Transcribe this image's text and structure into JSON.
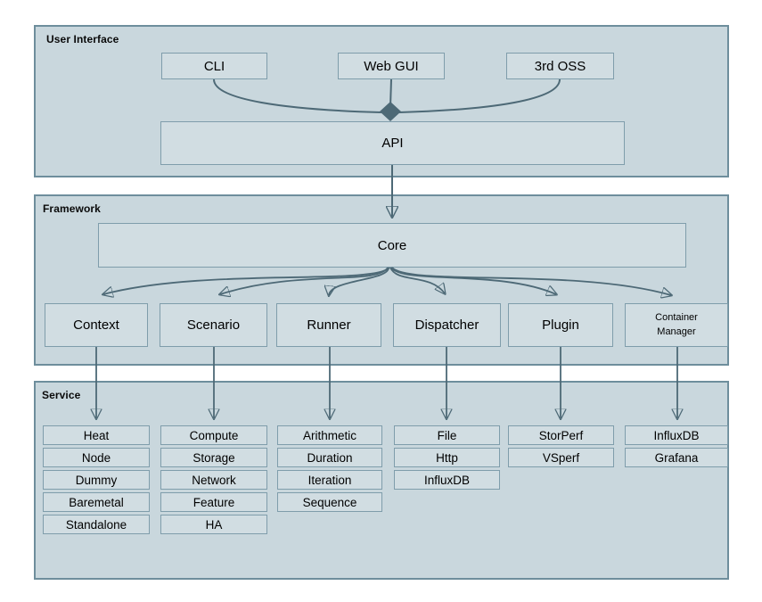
{
  "colors": {
    "page_background": "#ffffff",
    "section_fill": "#c9d7dd",
    "section_border": "#6e8e9c",
    "node_fill": "#d1dde2",
    "node_border": "#7f9dab",
    "arrow": "#4d6976",
    "text": "#000000"
  },
  "sections": {
    "user_interface": {
      "label": "User Interface",
      "boxes": {
        "cli": "CLI",
        "web_gui": "Web GUI",
        "third_oss": "3rd OSS",
        "api": "API"
      }
    },
    "framework": {
      "label": "Framework",
      "core": "Core",
      "modules": [
        "Context",
        "Scenario",
        "Runner",
        "Dispatcher",
        "Plugin",
        "Container Manager"
      ]
    },
    "service": {
      "label": "Service",
      "columns": [
        {
          "under": "Context",
          "items": [
            "Heat",
            "Node",
            "Dummy",
            "Baremetal",
            "Standalone"
          ]
        },
        {
          "under": "Scenario",
          "items": [
            "Compute",
            "Storage",
            "Network",
            "Feature",
            "HA"
          ]
        },
        {
          "under": "Runner",
          "items": [
            "Arithmetic",
            "Duration",
            "Iteration",
            "Sequence"
          ]
        },
        {
          "under": "Dispatcher",
          "items": [
            "File",
            "Http",
            "InfluxDB"
          ]
        },
        {
          "under": "Plugin",
          "items": [
            "StorPerf",
            "VSperf"
          ]
        },
        {
          "under": "Container Manager",
          "items": [
            "InfluxDB",
            "Grafana"
          ]
        }
      ]
    }
  },
  "edges": [
    {
      "from": "CLI",
      "to": "API"
    },
    {
      "from": "Web GUI",
      "to": "API"
    },
    {
      "from": "3rd OSS",
      "to": "API"
    },
    {
      "from": "API",
      "to": "Core"
    },
    {
      "from": "Core",
      "to": "Context"
    },
    {
      "from": "Core",
      "to": "Scenario"
    },
    {
      "from": "Core",
      "to": "Runner"
    },
    {
      "from": "Core",
      "to": "Dispatcher"
    },
    {
      "from": "Core",
      "to": "Plugin"
    },
    {
      "from": "Core",
      "to": "Container Manager"
    },
    {
      "from": "Context",
      "to": "Heat/Node/Dummy/Baremetal/Standalone"
    },
    {
      "from": "Scenario",
      "to": "Compute/Storage/Network/Feature/HA"
    },
    {
      "from": "Runner",
      "to": "Arithmetic/Duration/Iteration/Sequence"
    },
    {
      "from": "Dispatcher",
      "to": "File/Http/InfluxDB"
    },
    {
      "from": "Plugin",
      "to": "StorPerf/VSperf"
    },
    {
      "from": "Container Manager",
      "to": "InfluxDB/Grafana"
    }
  ]
}
